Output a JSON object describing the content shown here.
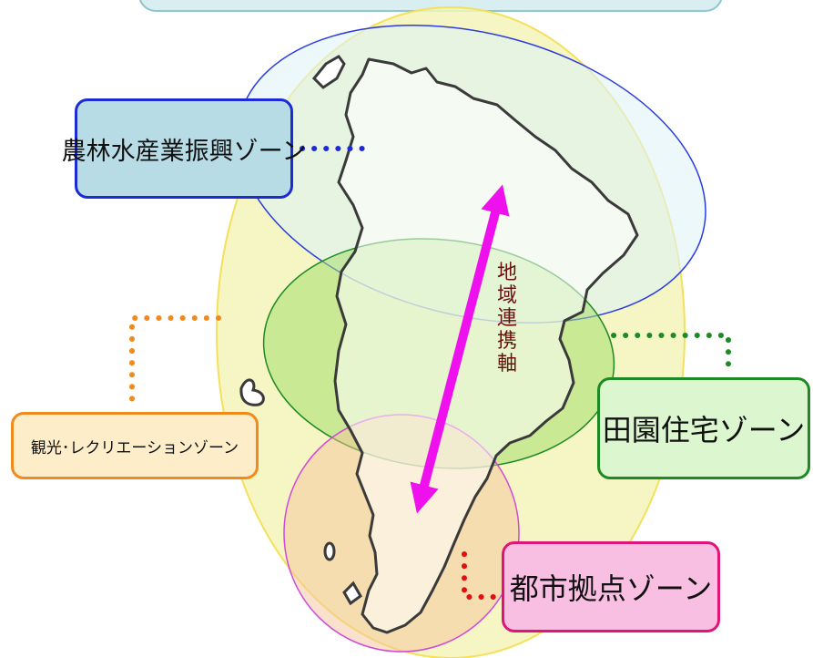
{
  "zones": {
    "farm": "農林水産業振興ゾーン",
    "rural": "田園住宅ゾーン",
    "tourism": "観光･レクリエーションゾーン",
    "urban": "都市拠点ゾーン"
  },
  "axis": {
    "chars": [
      "地",
      "域",
      "連",
      "携",
      "軸"
    ]
  },
  "colors": {
    "farm_border": "#1d2bd6",
    "rural_border": "#1e8a24",
    "tourism_border": "#f08a1c",
    "urban_border": "#e0157a",
    "axis_arrow": "#ee11ee"
  }
}
